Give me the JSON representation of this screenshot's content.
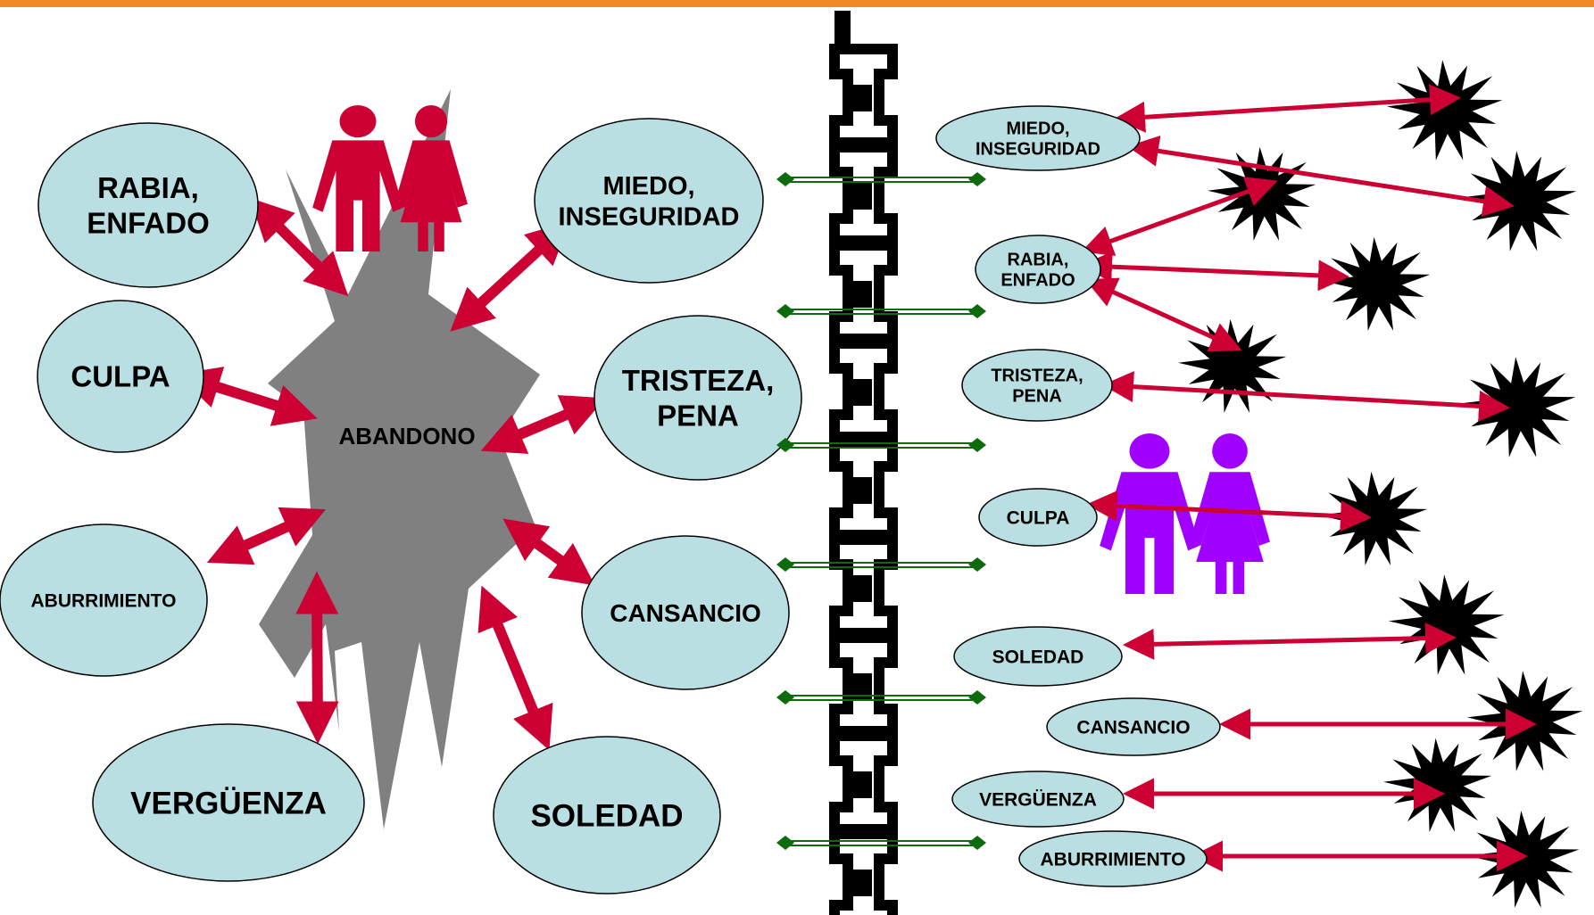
{
  "colors": {
    "bubble_fill": "#b9dfe2",
    "bubble_stroke": "#000000",
    "arrow": "#cc0033",
    "burst_left": "#808080",
    "burst_right": "#000000",
    "figures_left": "#cc0033",
    "figures_right": "#a000ff",
    "chain": "#000000",
    "rung": "#0d6b0d",
    "top_border": "#f08a24"
  },
  "left": {
    "center_label": "ABANDONO",
    "bubbles": [
      {
        "lines": [
          "RABIA,",
          "ENFADO"
        ]
      },
      {
        "lines": [
          "MIEDO,",
          "INSEGURIDAD"
        ]
      },
      {
        "lines": [
          "CULPA"
        ]
      },
      {
        "lines": [
          "TRISTEZA,",
          "PENA"
        ]
      },
      {
        "lines": [
          "ABURRIMIENTO"
        ]
      },
      {
        "lines": [
          "CANSANCIO"
        ]
      },
      {
        "lines": [
          "VERGÜENZA"
        ]
      },
      {
        "lines": [
          "SOLEDAD"
        ]
      }
    ]
  },
  "right": {
    "bubbles": [
      {
        "lines": [
          "MIEDO,",
          "INSEGURIDAD"
        ]
      },
      {
        "lines": [
          "RABIA,",
          "ENFADO"
        ]
      },
      {
        "lines": [
          "TRISTEZA,",
          "PENA"
        ]
      },
      {
        "lines": [
          "CULPA"
        ]
      },
      {
        "lines": [
          "SOLEDAD"
        ]
      },
      {
        "lines": [
          "CANSANCIO"
        ]
      },
      {
        "lines": [
          "VERGÜENZA"
        ]
      },
      {
        "lines": [
          "ABURRIMIENTO"
        ]
      }
    ]
  },
  "icons": {
    "couple_left": "couple-icon",
    "couple_right": "couple-icon",
    "burst": "explosion-icon",
    "chain": "chain-icon"
  }
}
